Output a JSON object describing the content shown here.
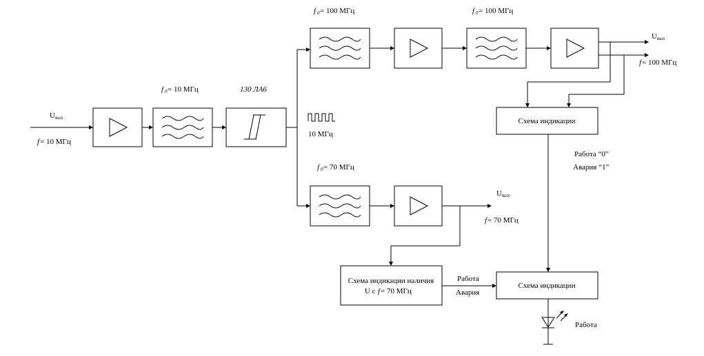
{
  "input": {
    "u_main": "U",
    "u_sub": "вых",
    "f_italic": "f",
    "f_value": " = 10 МГц"
  },
  "labels": {
    "f0_italic": "f",
    "f0_sub": "0",
    "f0_10": " = 10 МГц",
    "f0_100": " = 100 МГц",
    "f0_70": " = 70 МГц",
    "chip": "130 ЛА6",
    "square_wave": "10 МГц"
  },
  "outputs": {
    "u_main": "U",
    "u_sub": "вых",
    "f_100": " = 100 МГц",
    "f_70": " = 70 МГц"
  },
  "blocks": {
    "indication_top": "Схема индикации",
    "indication_bottom": "Схема индикации",
    "presence_line1": "Схема индикации наличия",
    "presence_line2_a": "U с ",
    "presence_line2_f": "f",
    "presence_line2_b": " = 70 МГц"
  },
  "status": {
    "work_0": "Работа “0”",
    "alarm_1": "Авария “1”",
    "work": "Работа",
    "alarm": "Авария",
    "led_label": "Работа"
  }
}
